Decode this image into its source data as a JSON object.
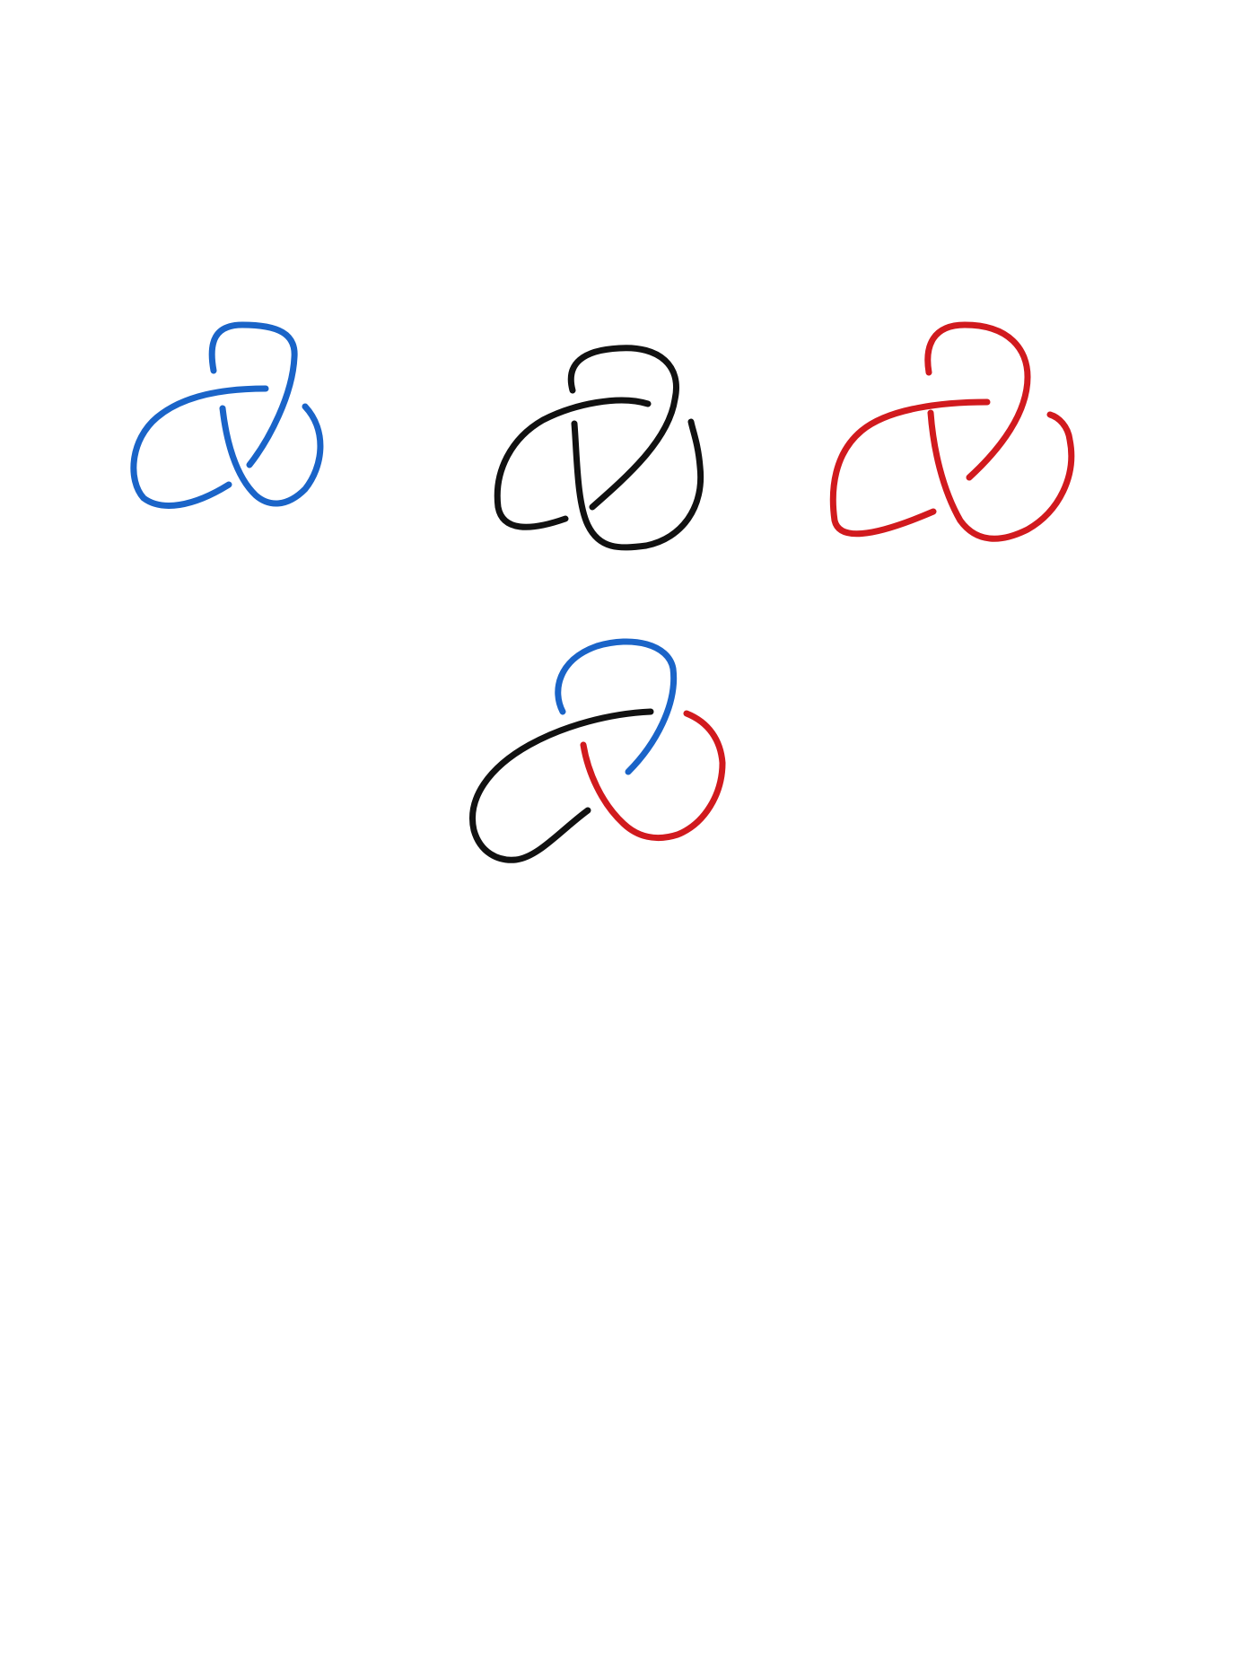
{
  "colors": {
    "background": "#ffffff",
    "blue": "#1a64c8",
    "black": "#111111",
    "red": "#d11a1e"
  },
  "knots": [
    {
      "id": "knot-blue",
      "kind": "trefoil",
      "arc_colors": [
        "blue",
        "blue",
        "blue"
      ]
    },
    {
      "id": "knot-black",
      "kind": "trefoil",
      "arc_colors": [
        "black",
        "black",
        "black"
      ]
    },
    {
      "id": "knot-red",
      "kind": "trefoil",
      "arc_colors": [
        "red",
        "red",
        "red"
      ]
    },
    {
      "id": "knot-tricolored",
      "kind": "trefoil",
      "arc_colors": [
        "blue",
        "black",
        "red"
      ]
    }
  ]
}
